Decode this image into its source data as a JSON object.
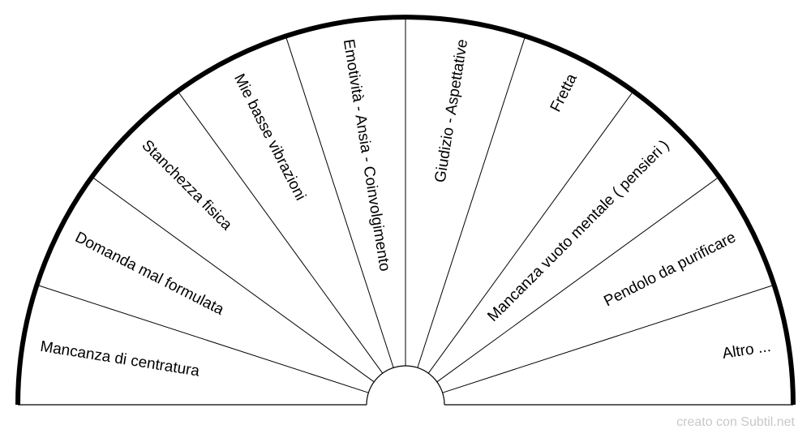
{
  "diagram": {
    "type": "semicircle-pendulum-chart",
    "segments": [
      "Mancanza di centratura",
      "Domanda mal formulata",
      "Stanchezza fisica",
      "Mie basse vibrazioni",
      "Emotività - Ansia - Coinvolgimento",
      "Giudizio - Aspettative",
      "Fretta",
      "Mancanza vuoto mentale ( pensieri )",
      "Pendolo da purificare",
      "Altro ..."
    ],
    "colors": {
      "stroke": "#000000",
      "background": "#ffffff",
      "credit": "#c8c8c8"
    }
  },
  "footer": {
    "credit": "creato con Subtil.net"
  }
}
